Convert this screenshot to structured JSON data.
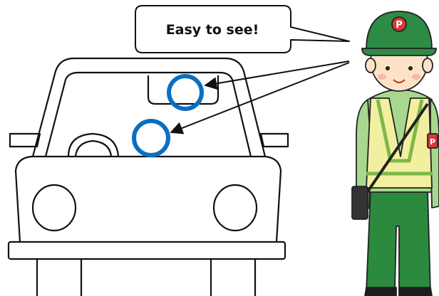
{
  "speech_bubble": {
    "text": "Easy to see!"
  },
  "icons": {
    "marker_shape": "circle-outline",
    "arrow": "arrow-icon",
    "cap_badge": "P"
  },
  "colors": {
    "marker": "#0A6FC2",
    "outline": "#111111",
    "cap": "#2E8B46",
    "shirt": "#A8D890",
    "vest": "#F2F0A0",
    "vest_stripe": "#7FB84A",
    "pants": "#2B8A3E",
    "skin": "#FCE3C8",
    "badge": "#D83A3A"
  }
}
